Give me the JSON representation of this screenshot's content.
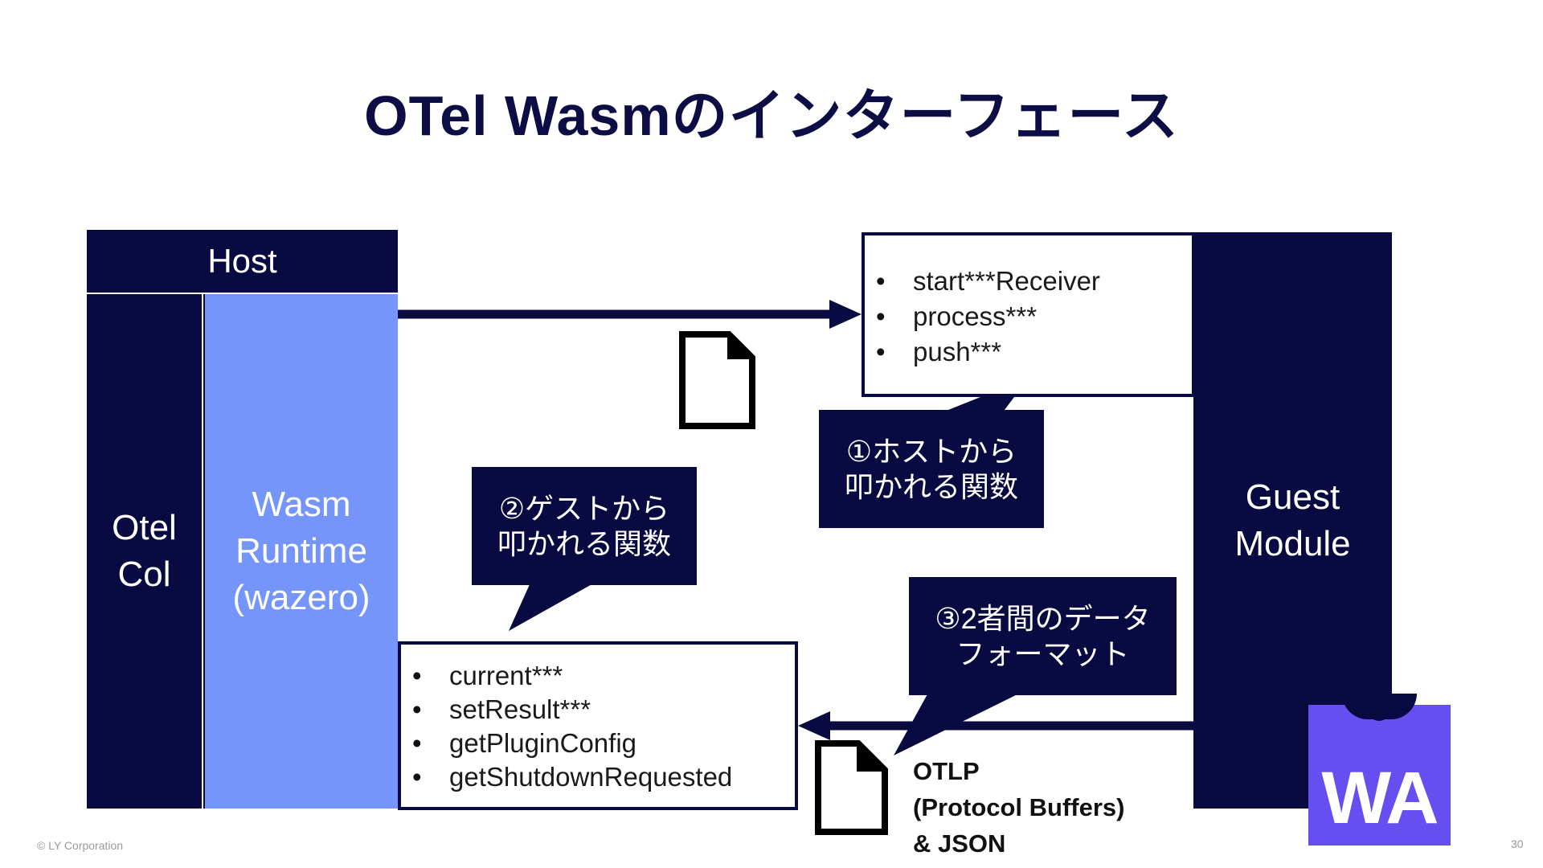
{
  "slide": {
    "title": "OTel Wasmのインターフェース",
    "copyright": "© LY Corporation",
    "page_number": "30"
  },
  "host": {
    "header_label": "Host",
    "otel_col_label": "Otel\nCol",
    "wasm_runtime_label": "Wasm\nRuntime\n(wazero)"
  },
  "guest": {
    "label": "Guest\nModule"
  },
  "guest_functions": {
    "items": [
      "start***Receiver",
      "process***",
      "push***"
    ]
  },
  "host_functions": {
    "items": [
      "current***",
      "setResult***",
      "getPluginConfig",
      "getShutdownRequested"
    ]
  },
  "callouts": {
    "host_called": "①ホストから\n叩かれる関数",
    "guest_called": "②ゲストから\n叩かれる関数",
    "data_format": "③2者間のデータ\nフォーマット"
  },
  "data_format_label": "OTLP\n(Protocol Buffers)\n& JSON",
  "wa_logo_text": "WA",
  "icons": [
    "document-icon",
    "arrow-right-icon",
    "arrow-left-icon",
    "webassembly-logo"
  ],
  "colors": {
    "navy": "#0a0a42",
    "runtime_blue": "#7595fb",
    "wasm_purple": "#654ff0"
  }
}
